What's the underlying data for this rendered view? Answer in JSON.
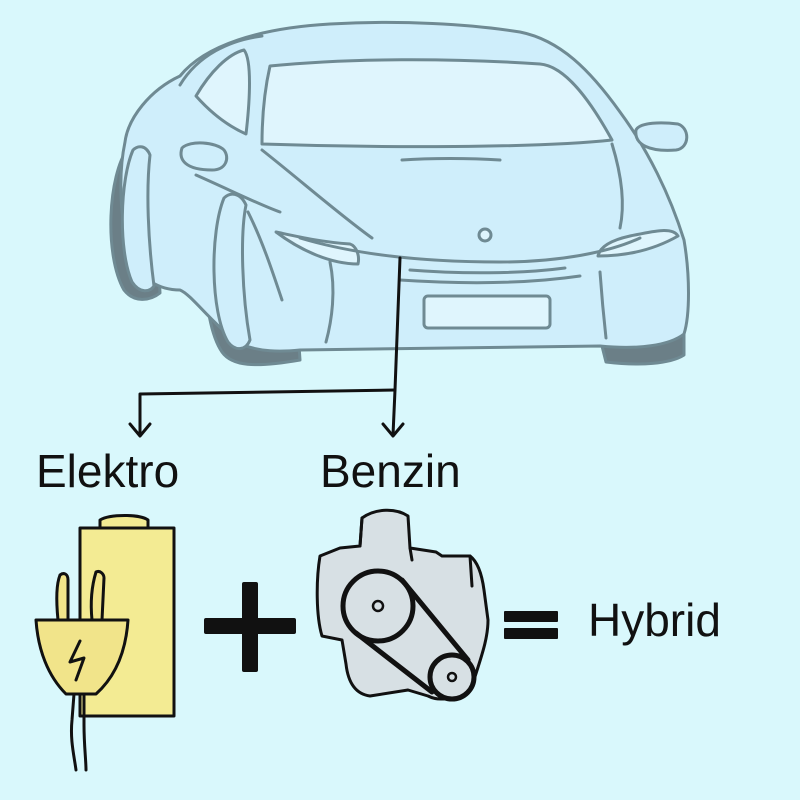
{
  "diagram": {
    "labels": {
      "electric": "Elektro",
      "petrol": "Benzin",
      "result": "Hybrid"
    },
    "operators": {
      "plus": "+",
      "equals": "="
    },
    "icons": {
      "car": "sports-car-icon",
      "battery": "battery-icon",
      "plug": "electric-plug-icon",
      "engine": "combustion-engine-icon"
    }
  },
  "colors": {
    "background": "#d9f8fc",
    "car_body": "#cfeefb",
    "car_outline": "#6f8a93",
    "car_tire": "#6b7f87",
    "battery": "#f3eb93",
    "plug": "#f1e48a",
    "engine": "#d7e0e4",
    "ink": "#111111"
  }
}
